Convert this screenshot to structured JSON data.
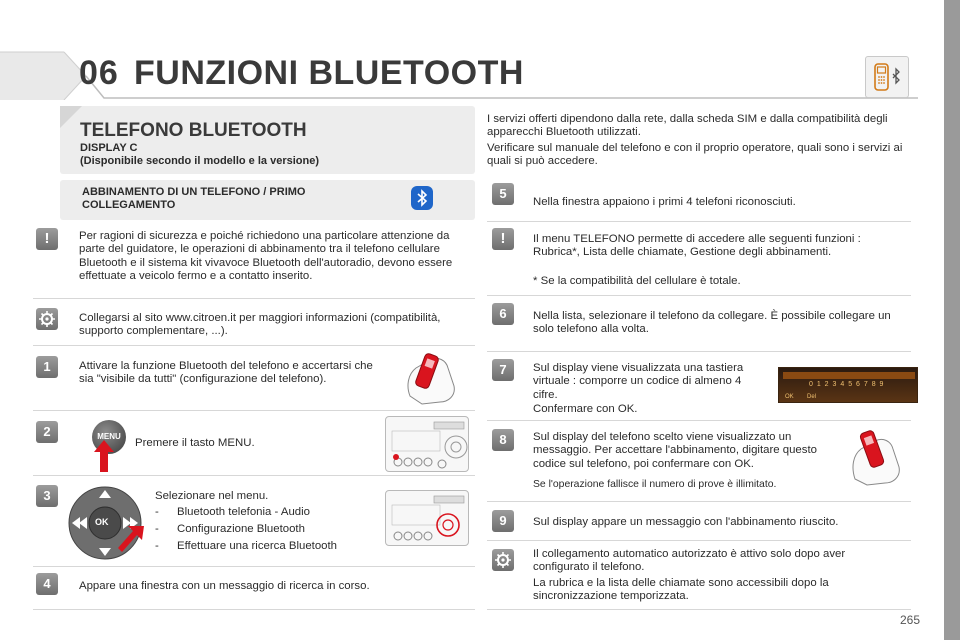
{
  "header": {
    "chapter_number": "06",
    "chapter_title": "FUNZIONI BLUETOOTH",
    "icon": "bluetooth-phone-icon"
  },
  "intro": {
    "title": "TELEFONO BLUETOOTH",
    "subtitle": "DISPLAY C",
    "availability": "(Disponibile secondo il modello e la versione)",
    "note_1": "I servizi offerti dipendono dalla rete, dalla scheda SIM e dalla compatibilità degli apparecchi Bluetooth utilizzati.",
    "note_2": "Verificare sul manuale del telefono e con il proprio operatore, quali sono i servizi ai quali si può accedere."
  },
  "left": {
    "section_title": "ABBINAMENTO DI UN TELEFONO / PRIMO COLLEGAMENTO",
    "warning_text": "Per ragioni di sicurezza e poiché richiedono una particolare attenzione da parte del guidatore, le operazioni di abbinamento tra il telefono cellulare Bluetooth e il sistema kit vivavoce Bluetooth dell'autoradio, devono essere effettuate a veicolo fermo e a contatto inserito.",
    "info_text": "Collegarsi al sito www.citroen.it per maggiori informazioni (compatibilità, supporto complementare, ...).",
    "step_1": {
      "number": "1",
      "text": "Attivare la funzione Bluetooth del telefono e accertarsi che sia \"visibile da tutti\" (configurazione del telefono)."
    },
    "step_2": {
      "number": "2",
      "text": "Premere il tasto MENU.",
      "button_label": "MENU"
    },
    "step_3": {
      "number": "3",
      "text": "Selezionare nel menu.",
      "items": [
        "Bluetooth telefonia - Audio",
        "Configurazione Bluetooth",
        "Effettuare una ricerca Bluetooth"
      ],
      "button_label": "OK"
    },
    "step_4": {
      "number": "4",
      "text": "Appare una finestra con un messaggio di ricerca in corso."
    }
  },
  "right": {
    "step_5": {
      "number": "5",
      "text": "Nella finestra appaiono i primi 4 telefoni riconosciuti."
    },
    "warning_text": "Il menu TELEFONO permette di accedere alle seguenti funzioni : Rubrica*, Lista delle chiamate, Gestione degli abbinamenti.",
    "footnote": "* Se la compatibilità del cellulare è totale.",
    "step_6": {
      "number": "6",
      "text": "Nella lista, selezionare il telefono da collegare. È possibile collegare un solo telefono alla volta."
    },
    "step_7": {
      "number": "7",
      "text": "Sul display viene visualizzata una tastiera virtuale : comporre un codice di almeno 4 cifre.",
      "text_2": "Confermare con OK.",
      "keyboard_digits": "0 1 2 3 4 5 6 7 8 9",
      "ok_label": "OK",
      "del_label": "Del"
    },
    "step_8": {
      "number": "8",
      "text": "Sul display del telefono scelto viene visualizzato un messaggio. Per accettare l'abbinamento, digitare questo codice sul telefono, poi confermare con OK.",
      "note": "Se l'operazione fallisce il numero di prove è illimitato."
    },
    "step_9": {
      "number": "9",
      "text": "Sul display appare un messaggio con l'abbinamento riuscito."
    },
    "info_text_1": "Il collegamento automatico autorizzato è attivo solo dopo aver configurato il telefono.",
    "info_text_2": "La rubrica e la lista delle chiamate sono accessibili dopo la sincronizzazione temporizzata."
  },
  "page_number": "265",
  "colors": {
    "bluetooth_blue": "#1f66c9",
    "badge_gray": "#7f7f7f",
    "arrow_red": "#d9141e",
    "panel_gray": "#ededed"
  }
}
